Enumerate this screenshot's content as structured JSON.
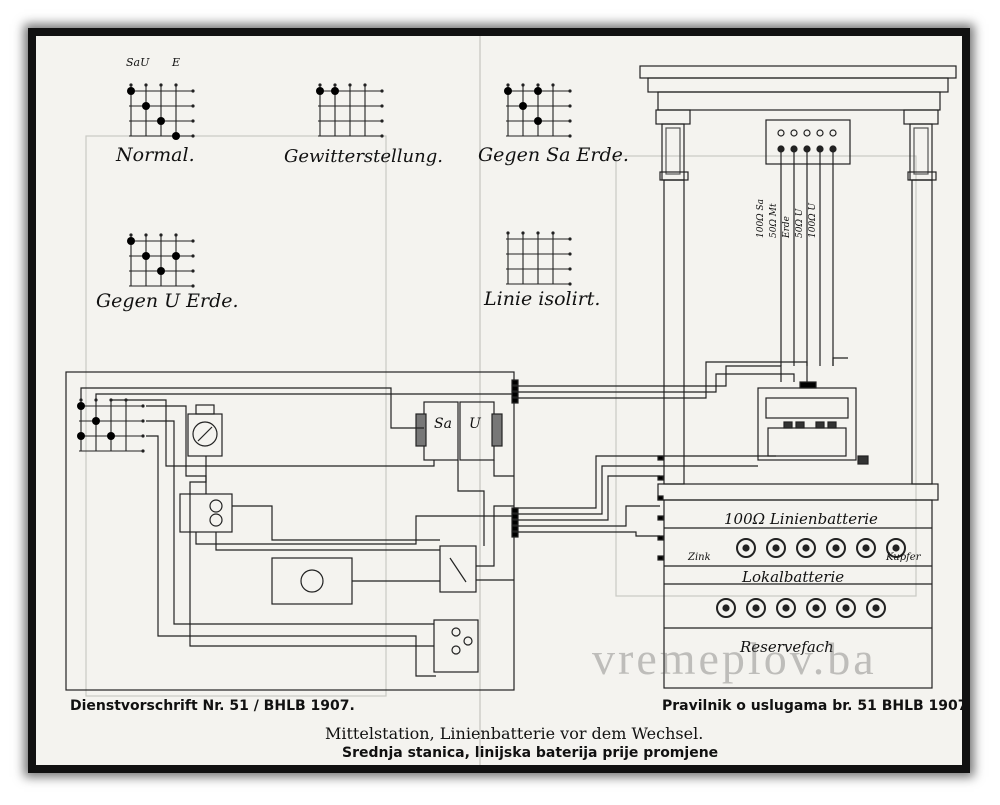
{
  "switch_positions": [
    {
      "name": "Normal.",
      "column_labels": [
        "SaU",
        "E"
      ]
    },
    {
      "name": "Gewitterstellung."
    },
    {
      "name": "Gegen Sa Erde."
    },
    {
      "name": "Gegen U Erde."
    },
    {
      "name": "Linie isolirt."
    }
  ],
  "components": {
    "relay_sa": "Sa",
    "relay_u": "U",
    "wire_labels": [
      "100Ω Sa",
      "50Ω Mt",
      "Erde",
      "50Ω U",
      "100Ω U"
    ],
    "line_battery": "100Ω Linienbatterie",
    "zinc": "Zink",
    "copper": "Kupfer",
    "local_battery": "Lokalbatterie",
    "reserve": "Reservefach"
  },
  "captions": {
    "left_source": "Dienstvorschrift Nr. 51 / BHLB 1907.",
    "right_source": "Pravilnik o uslugama br. 51 BHLB 1907.",
    "title_de": "Mittelstation, Linienbatterie vor dem Wechsel.",
    "title_bs": "Srednja stanica, linijska baterija prije promjene"
  },
  "watermark": "vremeplov.ba"
}
